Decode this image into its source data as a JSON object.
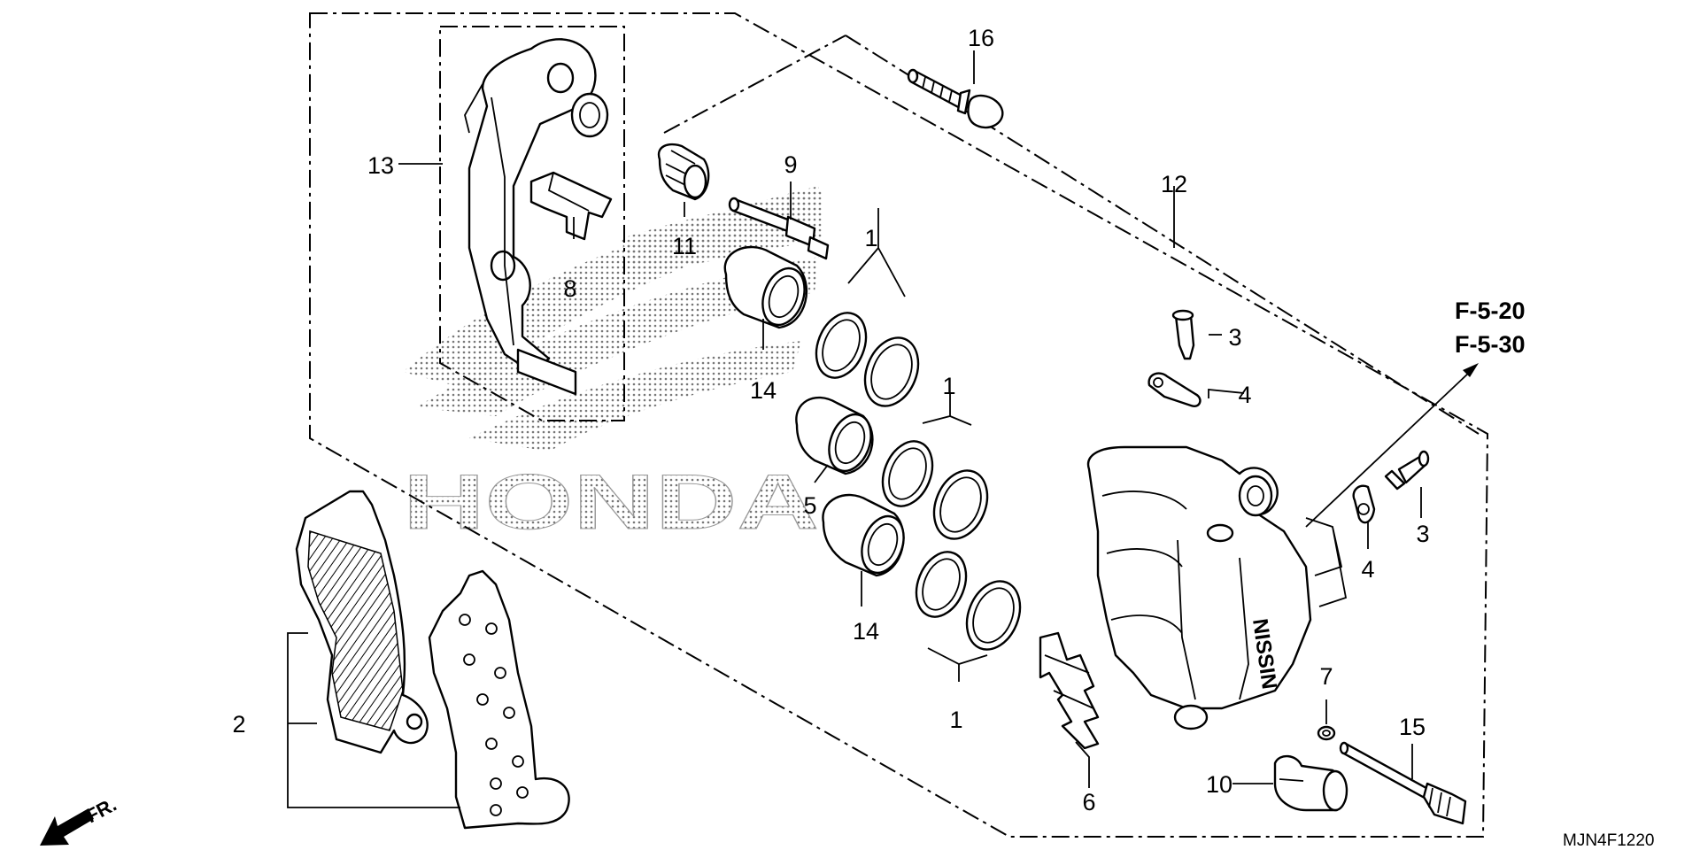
{
  "callouts": {
    "c1a": "1",
    "c1b": "1",
    "c1c": "1",
    "c2": "2",
    "c3a": "3",
    "c3b": "3",
    "c4a": "4",
    "c4b": "4",
    "c5": "5",
    "c6": "6",
    "c7": "7",
    "c8": "8",
    "c9": "9",
    "c10": "10",
    "c11": "11",
    "c12": "12",
    "c13": "13",
    "c14a": "14",
    "c14b": "14",
    "c15": "15",
    "c16": "16"
  },
  "references": {
    "ref1": "F-5-20",
    "ref2": "F-5-30"
  },
  "watermark": "HONDA",
  "caliper_mark": "NISSIN",
  "front_indicator": "FR.",
  "diagram_code": "MJN4F1220"
}
